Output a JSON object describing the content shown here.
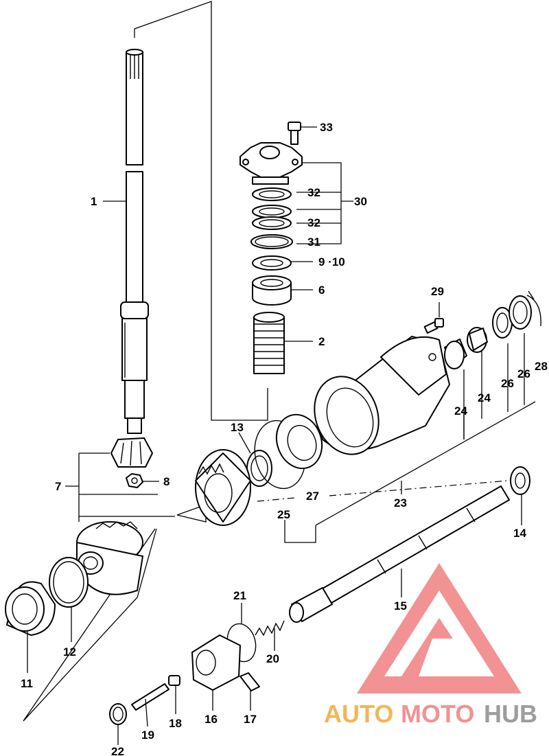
{
  "callouts": {
    "c1": "1",
    "c2": "2",
    "c6": "6",
    "c7": "7",
    "c8": "8",
    "c9_10": "9 ·10",
    "c11": "11",
    "c12": "12",
    "c13": "13",
    "c14": "14",
    "c15": "15",
    "c16": "16",
    "c17": "17",
    "c18": "18",
    "c19": "19",
    "c20": "20",
    "c21": "21",
    "c22": "22",
    "c23": "23",
    "c24a": "24",
    "c24b": "24",
    "c25": "25",
    "c26a": "26",
    "c26b": "26",
    "c27": "27",
    "c28": "28",
    "c29": "29",
    "c30": "30",
    "c31": "31",
    "c32a": "32",
    "c32b": "32",
    "c33": "33"
  },
  "watermark": {
    "part1": "AUTO",
    "part2": "MOTO",
    "part3": "HUB",
    "colors": {
      "orange": "#f2a93b",
      "red": "#f08080",
      "gray": "#8c8c8c"
    }
  }
}
